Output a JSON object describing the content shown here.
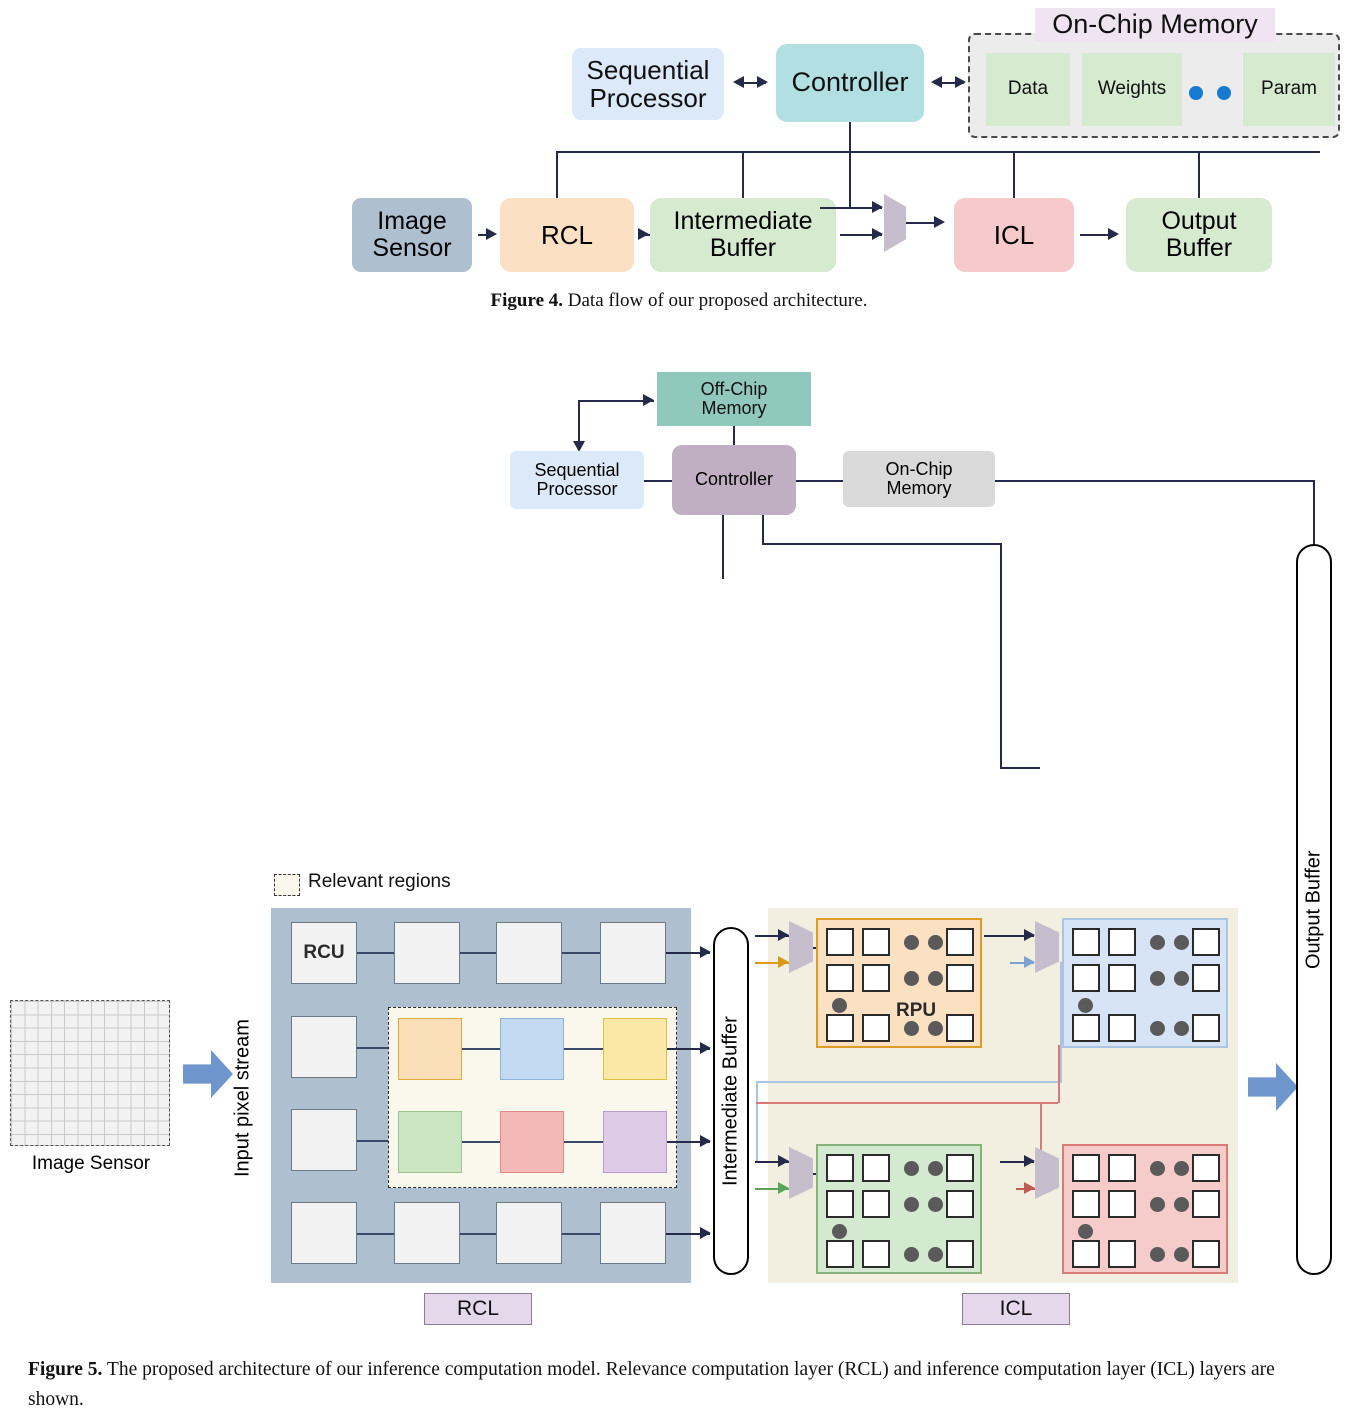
{
  "figure4": {
    "caption_bold": "Figure 4.",
    "caption_rest": " Data flow of our proposed architecture.",
    "sequential_processor": "Sequential\nProcessor",
    "controller": "Controller",
    "onchip_title": "On-Chip Memory",
    "memories": [
      "Data",
      "Weights",
      "Param"
    ],
    "image_sensor": "Image\nSensor",
    "rcl": "RCL",
    "intermediate_buffer": "Intermediate\nBuffer",
    "icl": "ICL",
    "output_buffer": "Output\nBuffer",
    "colors": {
      "seq_proc": "#dce9f8",
      "controller": "#b2e0e2",
      "onchip_title": "#f0e4f3",
      "memory_cell": "#d6ead0",
      "image_sensor": "#aebfcf",
      "rcl": "#fce0c4",
      "buffer": "#d6ead0",
      "icl": "#f6c9ca",
      "dot": "#1779d0",
      "wire": "#252a4a"
    }
  },
  "figure5": {
    "caption_bold": "Figure 5.",
    "caption_rest": " The proposed architecture of our inference computation model. Relevance computation layer (RCL) and inference computation layer (ICL) layers are shown.",
    "off_chip_memory": "Off-Chip\nMemory",
    "sequential_processor": "Sequential\nProcessor",
    "controller": "Controller",
    "on_chip_memory": "On-Chip\nMemory",
    "legend": "Relevant regions",
    "rcu_label": "RCU",
    "image_sensor_label": "Image Sensor",
    "input_pixel_stream": "Input pixel stream",
    "intermediate_buffer": "Intermediate Buffer",
    "output_buffer": "Output Buffer",
    "rpu_label": "RPU",
    "tag_rcl": "RCL",
    "tag_icl": "ICL",
    "relevant_region_colors": [
      [
        "#fbdfb9",
        "#e5a93a"
      ],
      [
        "#c3d9f2",
        "#8fb2dc"
      ],
      [
        "#fbe8a8",
        "#e0c03c"
      ],
      [
        "#cce5c2",
        "#9cc48c"
      ],
      [
        "#f4b8b6",
        "#e08d8a"
      ],
      [
        "#ddcbe8",
        "#b99ecc"
      ]
    ],
    "pe_arrays": [
      {
        "name": "rpu-orange",
        "fill": "#fbe1c2",
        "stroke": "#e09a28",
        "labeled": true
      },
      {
        "name": "pe-blue",
        "fill": "#d6e4f5",
        "stroke": "#aac4e2",
        "labeled": false
      },
      {
        "name": "pe-green",
        "fill": "#d4ead0",
        "stroke": "#86b478",
        "labeled": false
      },
      {
        "name": "pe-red",
        "fill": "#f6cccb",
        "stroke": "#d87a77",
        "labeled": false
      }
    ],
    "colors": {
      "off_chip": "#91c8bd",
      "seq_proc": "#dce9f8",
      "controller": "#c0aec2",
      "on_chip": "#dadada",
      "rcl_panel": "#aebfcf",
      "icl_panel": "#f2eee0",
      "relevant_bg": "#faf7ec",
      "big_arrow": "#6e96cd",
      "mux": "#c6bdcd",
      "tag_bg": "#e4d8ea",
      "dot": "#5a5a5a",
      "wire": "#252a4a",
      "route_orange": "#d99b16",
      "route_blue": "#7aa3d4",
      "route_green": "#5aa45a",
      "route_red": "#c05a52"
    }
  }
}
